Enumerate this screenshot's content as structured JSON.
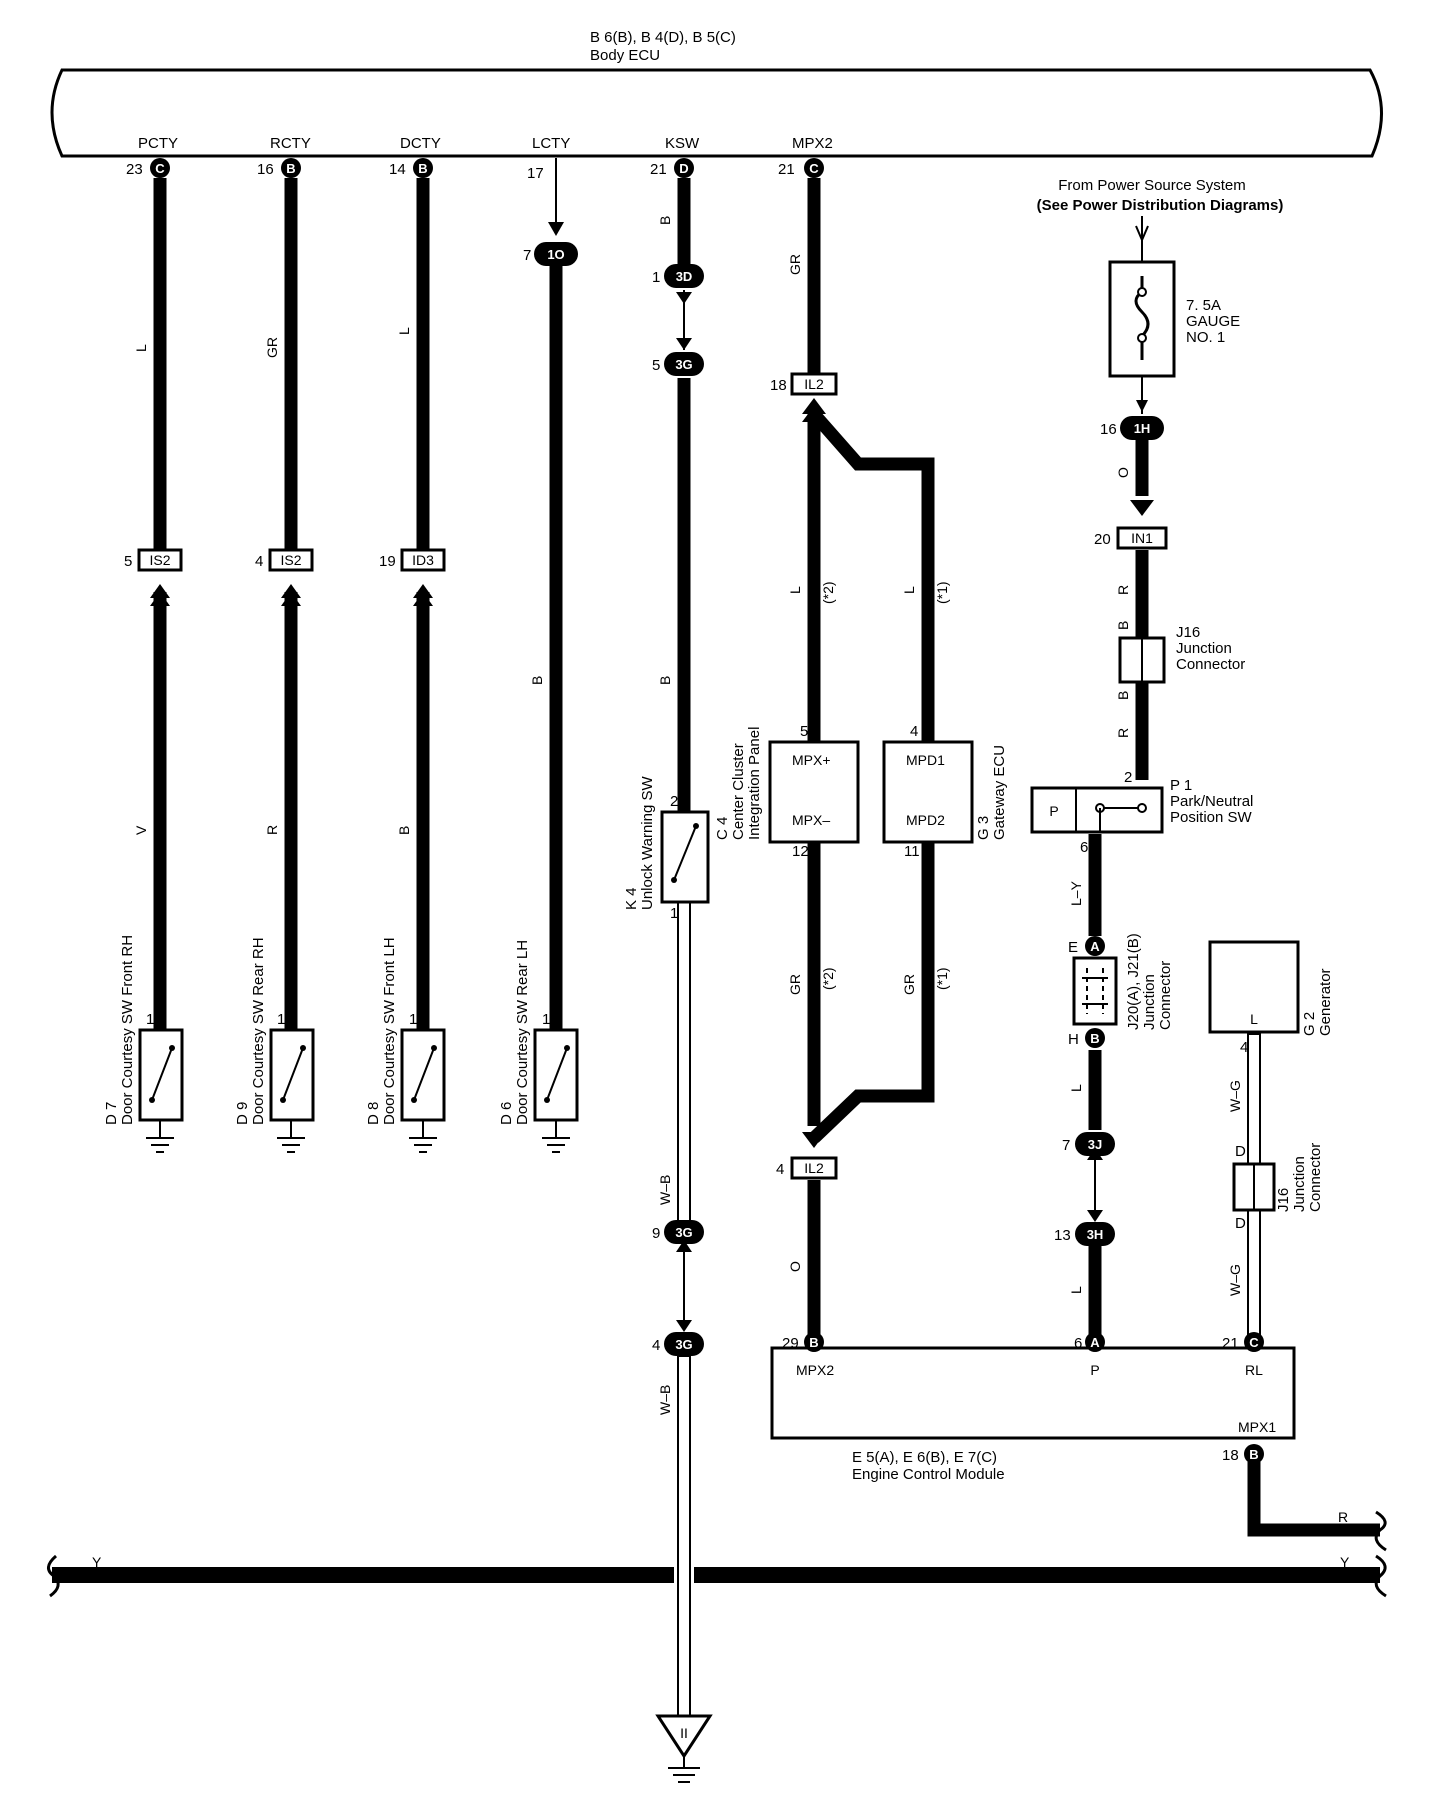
{
  "body_ecu": {
    "connectors": "B 6(B), B 4(D), B 5(C)",
    "name": "Body ECU",
    "terminals": [
      {
        "name": "PCTY",
        "pin": "23",
        "conn": "C"
      },
      {
        "name": "RCTY",
        "pin": "16",
        "conn": "B"
      },
      {
        "name": "DCTY",
        "pin": "14",
        "conn": "B"
      },
      {
        "name": "LCTY",
        "pin": "17",
        "conn": ""
      },
      {
        "name": "KSW",
        "pin": "21",
        "conn": "D"
      },
      {
        "name": "MPX2",
        "pin": "21",
        "conn": "C"
      }
    ]
  },
  "power_source": {
    "line1": "From Power Source System",
    "line2": "(See Power Distribution Diagrams)"
  },
  "fuse": {
    "line1": "7. 5A",
    "line2": "GAUGE",
    "line3": "NO. 1"
  },
  "wire_colors": {
    "pcty": "L",
    "pcty_low": "V",
    "rcty": "GR",
    "rcty_low": "R",
    "dcty": "L",
    "dcty_low": "B",
    "lcty": "B",
    "ksw_top": "B",
    "ksw_mid": "B",
    "ksw_low": "W–B",
    "ksw_bottom": "W–B",
    "mpx_top": "GR",
    "mpx_left": "L",
    "mpx_right": "L",
    "mpx_left_low": "GR",
    "mpx_right_low": "GR",
    "mpx_bottom": "O",
    "gauge_o": "O",
    "gauge_r1": "R",
    "gauge_b1": "B",
    "gauge_b2": "B",
    "gauge_r2": "R",
    "pn_ly": "L–Y",
    "pn_l1": "L",
    "pn_l2": "L",
    "gen_wg1": "W–G",
    "gen_wg2": "W–G",
    "bus_y_left": "Y",
    "bus_y_right": "Y",
    "mpx1_r": "R"
  },
  "notes": {
    "n1": "(*1)",
    "n2": "(*2)"
  },
  "connectors": {
    "is2_a": {
      "id": "IS2",
      "pin": "5"
    },
    "is2_b": {
      "id": "IS2",
      "pin": "4"
    },
    "id3": {
      "id": "ID3",
      "pin": "19"
    },
    "lcty_1o": {
      "id": "1O",
      "pin": "7"
    },
    "ksw_3d": {
      "id": "3D",
      "pin": "1"
    },
    "ksw_3g_a": {
      "id": "3G",
      "pin": "5"
    },
    "ksw_3g_b": {
      "id": "3G",
      "pin": "9"
    },
    "ksw_3g_c": {
      "id": "3G",
      "pin": "4"
    },
    "il2_top": {
      "id": "IL2",
      "pin": "18"
    },
    "il2_bot": {
      "id": "IL2",
      "pin": "4"
    },
    "gauge_1h": {
      "id": "1H",
      "pin": "16"
    },
    "in1": {
      "id": "IN1",
      "pin": "20"
    },
    "pn_3j": {
      "id": "3J",
      "pin": "7"
    },
    "pn_3h": {
      "id": "3H",
      "pin": "13"
    }
  },
  "switches": [
    {
      "code": "D 7",
      "name": "Door Courtesy SW Front RH",
      "pin": "1"
    },
    {
      "code": "D 9",
      "name": "Door Courtesy SW Rear RH",
      "pin": "1"
    },
    {
      "code": "D 8",
      "name": "Door Courtesy SW Front LH",
      "pin": "1"
    },
    {
      "code": "D 6",
      "name": "Door Courtesy SW Rear LH",
      "pin": "1"
    }
  ],
  "unlock_sw": {
    "code": "K 4",
    "name": "Unlock Warning SW",
    "pin_top": "2",
    "pin_bot": "1"
  },
  "center_cluster": {
    "code": "C 4",
    "line1": "Center Cluster",
    "line2": "Integration Panel",
    "t_top": "MPX+",
    "t_bot": "MPX–",
    "pin_top": "5",
    "pin_bot": "12"
  },
  "gateway": {
    "code": "G 3",
    "name": "Gateway ECU",
    "t_top": "MPD1",
    "t_bot": "MPD2",
    "pin_top": "4",
    "pin_bot": "11"
  },
  "j16_top": {
    "code": "J16",
    "line1": "Junction",
    "line2": "Connector"
  },
  "j16_bot": {
    "code": "J16",
    "line1": "Junction",
    "line2": "Connector",
    "pin_top": "D",
    "pin_bot": "D"
  },
  "park_neutral": {
    "code": "P 1",
    "line1": "Park/Neutral",
    "line2": "Position SW",
    "contact": "P",
    "pin_top": "2",
    "pin_bot": "6"
  },
  "j20": {
    "codes": "J20(A), J21(B)",
    "line1": "Junction",
    "line2": "Connector",
    "pin_top": "E",
    "conn_top": "A",
    "pin_bot": "H",
    "conn_bot": "B"
  },
  "generator": {
    "code": "G 2",
    "name": "Generator",
    "terminal": "L",
    "pin": "4"
  },
  "ecm": {
    "connectors": "E 5(A), E 6(B), E 7(C)",
    "name": "Engine Control Module",
    "t_mpx2": "MPX2",
    "pin_mpx2": "29",
    "conn_mpx2": "B",
    "t_p": "P",
    "pin_p": "6",
    "conn_p": "A",
    "t_rl": "RL",
    "pin_rl": "21",
    "conn_rl": "C",
    "t_mpx1": "MPX1",
    "pin_mpx1": "18",
    "conn_mpx1": "B"
  },
  "ground_ref": "II"
}
